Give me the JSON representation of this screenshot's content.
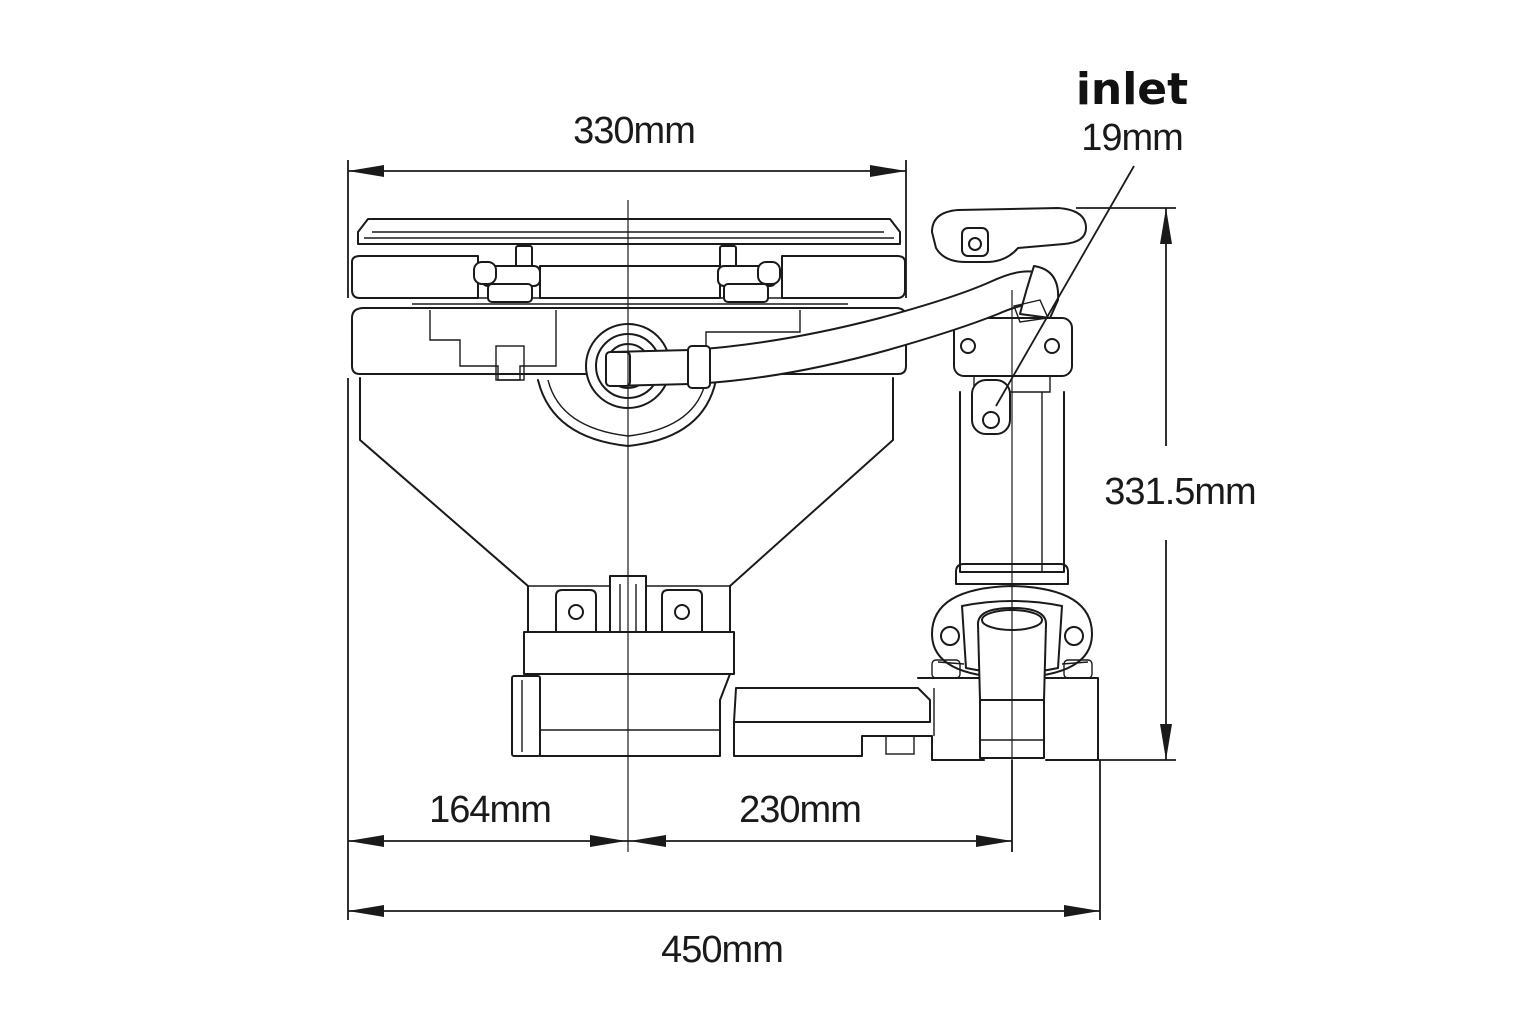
{
  "dimensions": {
    "seat_width": "330mm",
    "total_height": "331.5mm",
    "base_to_center": "164mm",
    "center_to_pump": "230mm",
    "total_length": "450mm"
  },
  "inlet": {
    "label": "inlet",
    "size": "19mm"
  },
  "colors": {
    "line": "#1a1a1a",
    "background": "#ffffff"
  }
}
